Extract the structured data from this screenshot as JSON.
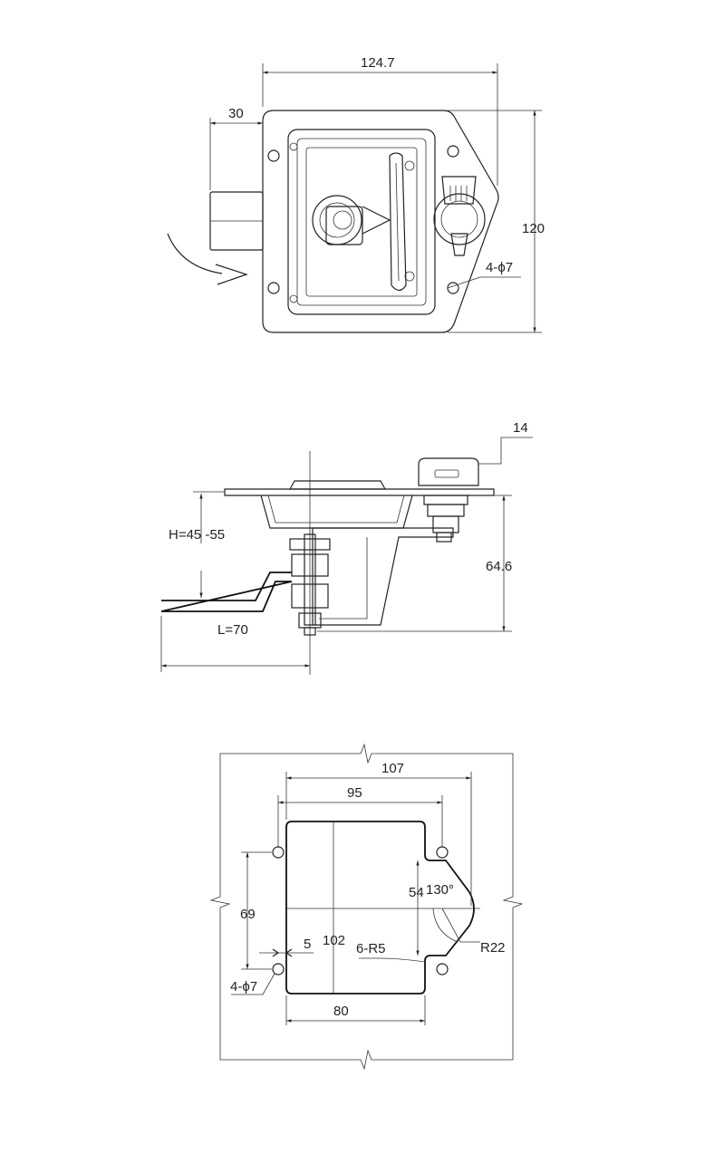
{
  "front_view": {
    "dim_width": "124.7",
    "dim_offset": "30",
    "dim_height": "120",
    "dim_holes": "4-ϕ7"
  },
  "side_view": {
    "dim_cylinder": "14",
    "dim_h": "H=45 -55",
    "dim_depth": "64.6",
    "dim_l": "L=70"
  },
  "cutout_view": {
    "dim_107": "107",
    "dim_95": "95",
    "dim_69": "69",
    "dim_54": "54",
    "dim_angle": "130°",
    "dim_102": "102",
    "dim_5": "5",
    "dim_r5": "6-R5",
    "dim_r22": "R22",
    "dim_holes": "4-ϕ7",
    "dim_80": "80"
  }
}
